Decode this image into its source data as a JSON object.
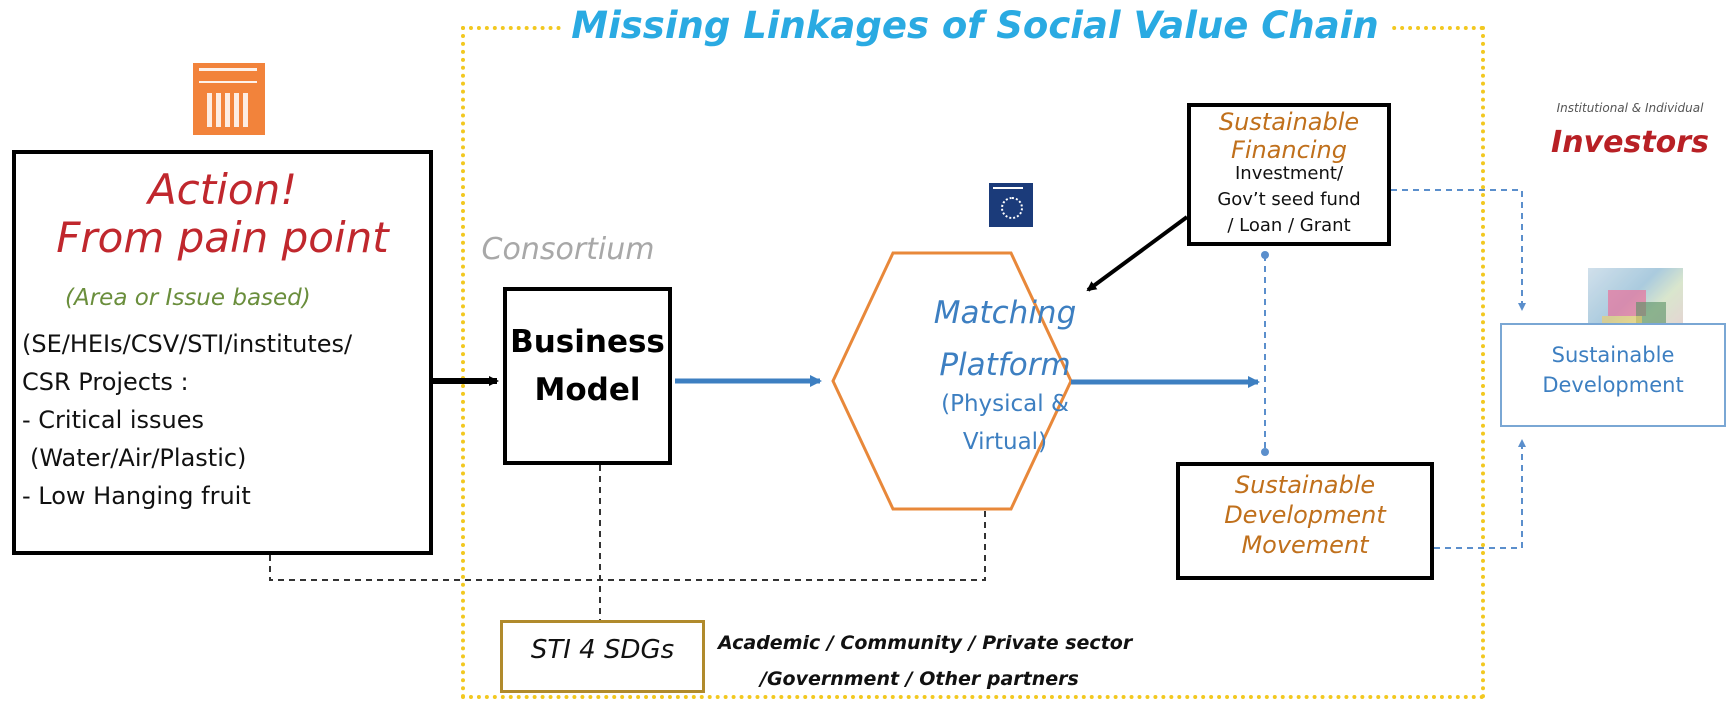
{
  "title": "Missing Linkages of Social Value Chain",
  "action": {
    "title_line1": "Action!",
    "title_line2": "From pain point",
    "subtitle": "(Area or Issue based)",
    "lines": [
      "(SE/HEIs/CSV/STI/institutes/",
      "CSR Projects :",
      "- Critical issues",
      " (Water/Air/Plastic)",
      "- Low Hanging fruit"
    ]
  },
  "consortium": {
    "label": "Consortium",
    "box_line1": "Business",
    "box_line2": "Model"
  },
  "matching_platform": {
    "line1": "Matching",
    "line2": "Platform",
    "line3": "(Physical &",
    "line4": "Virtual)"
  },
  "sustainable_financing": {
    "title_line1": "Sustainable",
    "title_line2": "Financing",
    "line1": "Investment/",
    "line2": "Gov’t seed fund",
    "line3": "/ Loan / Grant"
  },
  "sustainable_development_movement": {
    "line1": "Sustainable",
    "line2": "Development",
    "line3": "Movement"
  },
  "investors": {
    "subtitle": "Institutional & Individual",
    "title": "Investors"
  },
  "sustainable_development": {
    "line1": "Sustainable",
    "line2": "Development"
  },
  "sti": {
    "label": "STI 4 SDGs",
    "partners_line1": "Academic / Community / Private sector",
    "partners_line2": "/Government / Other partners"
  },
  "colors": {
    "frame": "#f2c820",
    "title": "#2aaae2",
    "action_red": "#c0272d",
    "orange": "#c0701c",
    "hexagon": "#e8883a",
    "blue": "#3d7fc1"
  }
}
